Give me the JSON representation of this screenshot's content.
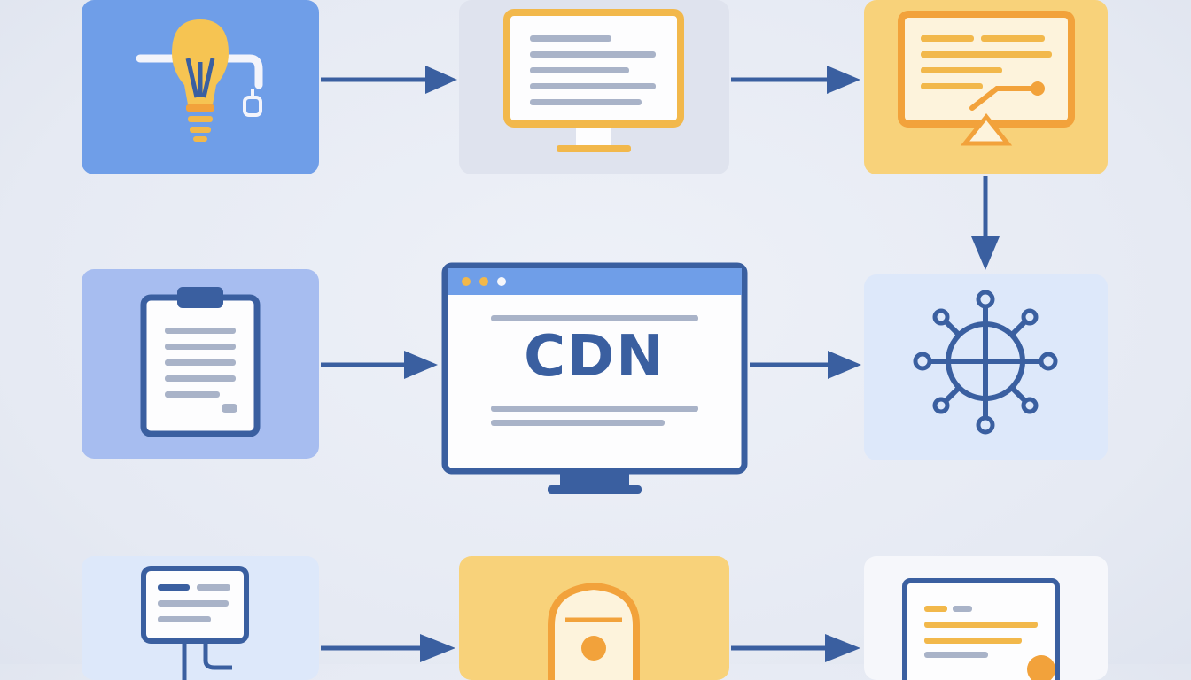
{
  "diagram": {
    "center_label": "CDN",
    "colors": {
      "navy": "#3a5fa0",
      "blue_tile": "#6f9ee8",
      "yellow_tile": "#f8d27a",
      "yellow_accent": "#f2b84b",
      "grey_tile": "#dfe3ee",
      "pale_tile": "#dde8fa"
    },
    "nodes": [
      {
        "id": "idea",
        "icon": "lightbulb-icon"
      },
      {
        "id": "monitor-content",
        "icon": "monitor-icon"
      },
      {
        "id": "monitor-edit",
        "icon": "monitor-edit-icon"
      },
      {
        "id": "clipboard",
        "icon": "clipboard-icon"
      },
      {
        "id": "cdn",
        "icon": "browser-window-icon"
      },
      {
        "id": "network",
        "icon": "network-hub-icon"
      },
      {
        "id": "document-flow",
        "icon": "document-flow-icon"
      },
      {
        "id": "server-lock",
        "icon": "server-lock-icon"
      },
      {
        "id": "monitor-result",
        "icon": "monitor-icon"
      }
    ],
    "edges": [
      [
        "idea",
        "monitor-content"
      ],
      [
        "monitor-content",
        "monitor-edit"
      ],
      [
        "monitor-edit",
        "network"
      ],
      [
        "clipboard",
        "cdn"
      ],
      [
        "cdn",
        "network"
      ],
      [
        "document-flow",
        "server-lock"
      ],
      [
        "server-lock",
        "monitor-result"
      ]
    ]
  }
}
